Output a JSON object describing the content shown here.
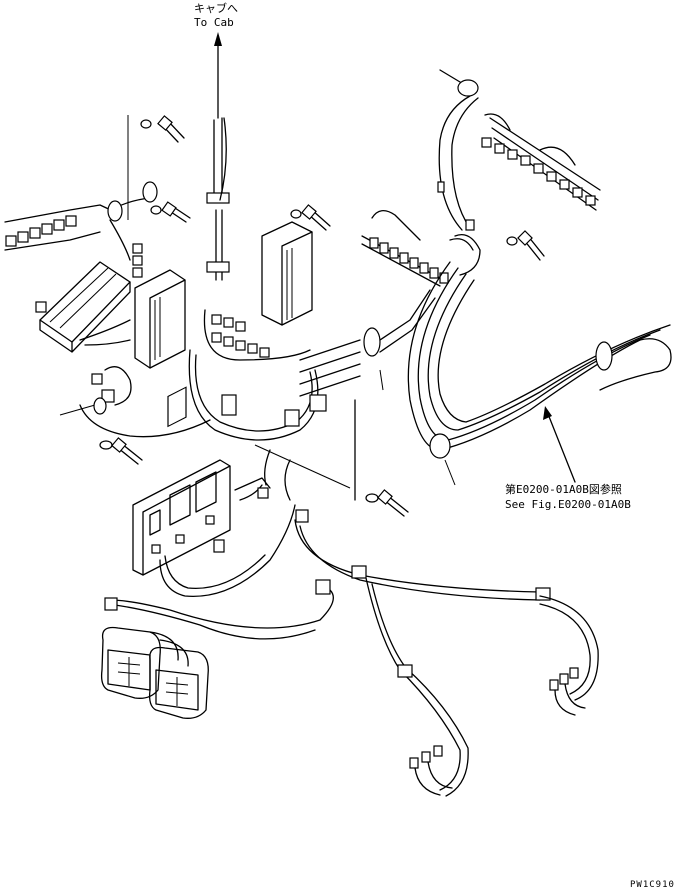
{
  "labels": {
    "to_cab_ja": "キャブへ",
    "to_cab_en": "To Cab",
    "ref_ja": "第E0200-01A0B図参照",
    "ref_en": "See Fig.E0200-01A0B",
    "drawing_code": "PW1C910"
  },
  "icons": {
    "direction_arrow": "arrow-up-icon",
    "reference_arrow": "arrow-pointer-icon"
  }
}
